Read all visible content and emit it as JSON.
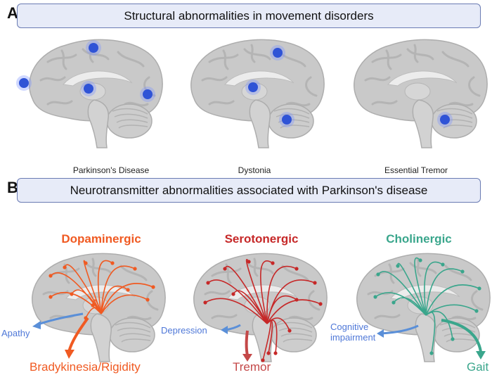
{
  "panel_a": {
    "letter": "A",
    "title": "Structural abnormalities in movement disorders",
    "captions": [
      "Parkinson's Disease",
      "Dystonia",
      "Essential Tremor"
    ]
  },
  "panel_b": {
    "letter": "B",
    "title": "Neurotransmitter abnormalities associated with Parkinson's disease",
    "systems": [
      {
        "name": "Dopaminergic",
        "color": "#f05a22",
        "labels": [
          "Apathy",
          "Bradykinesia/Rigidity"
        ]
      },
      {
        "name": "Serotonergic",
        "color": "#c62828",
        "labels": [
          "Depression",
          "Tremor"
        ]
      },
      {
        "name": "Cholinergic",
        "color": "#3aa68c",
        "labels": [
          "Cognitive impairment",
          "Gait"
        ]
      }
    ]
  },
  "colors": {
    "banner_bg": "#e7ebf8",
    "banner_border": "#6a7bb3",
    "lesion_dot": "#2f53d6",
    "brain_gray": "#c9c9c9",
    "blue_arrow": "#5a8fd8"
  }
}
